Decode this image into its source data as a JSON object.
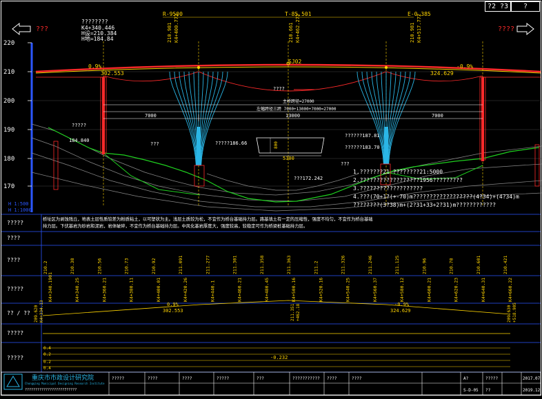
{
  "page": {
    "id": "?2 ?3",
    "sheet_no": "?"
  },
  "design_info": {
    "title_q": "????????",
    "station": "K4+340.446",
    "h_design": "H设=210.384",
    "h_ground": "H地=184.84"
  },
  "arrows": {
    "left_label": "???",
    "right_label": "????"
  },
  "elevation_axis": {
    "ticks": [
      "220",
      "210",
      "200",
      "190",
      "180",
      "170"
    ],
    "bottom_note_1": "H 1:500",
    "bottom_note_2": "H 1:1000"
  },
  "piers": {
    "p1": {
      "elev": "210.981",
      "station": "K4+400.772"
    },
    "p2": {
      "elev": "210.661",
      "station": "K4+462.272"
    },
    "p3": {
      "elev": "210.981",
      "station": "K4+517.772"
    }
  },
  "curve_top": {
    "left": "R-9500",
    "mid": "T-85.501",
    "right": "E-0.385"
  },
  "slope_labels": {
    "left_pct": "0.9%",
    "left_elev": "302.553",
    "mid": "SJ02",
    "right_pct": "-0.9%",
    "right_elev": "324.629"
  },
  "dims": {
    "d1": "主桥跨径=27000",
    "d2": "左幅跨径三跨 7000+13000+7000=27000",
    "seg_left": "7000",
    "seg_mid": "13000",
    "seg_right": "7000",
    "label_q": "????"
  },
  "annotations": {
    "left_ground_q": "?????",
    "left_ground_val": "184.840",
    "left_q2": "???",
    "mid_q": "?????186.66",
    "section_w": "5300",
    "section_h": "800",
    "r1": "??????187.81",
    "r2": "??????183.70",
    "r3": "???",
    "lowpt": "???172.242"
  },
  "notes": [
    "1.???????21  ????????21:5000",
    "2.??????????????????1956?????????",
    "3.???????????????????",
    "4.???(70+1?(+-70)m??????????????????(4?34)+(4?34)m",
    "????????(3?38)m+(2?31+33+2?31)m????????????"
  ],
  "long_note": "桥址区为剥蚀残丘，地表土层性质较差为粉质粘土，以可塑状为主。浅层土质较为松，不宜作为桥台基础持力层。路基填土有一定的压缩性，强度不均匀，不宜作为桥台基础持力层。下伏基岩为砂岩和泥岩，岩体破碎，不宜作为桥台基础持力层。中风化基岩厚度大，强度较高，较稳定可作为桥梁桩基础持力层。",
  "table": {
    "rows": [
      {
        "label": "?????"
      },
      {
        "label": "????"
      },
      {
        "label": "????"
      },
      {
        "label": "?????"
      },
      {
        "label": "?? / ??"
      },
      {
        "label": "?????"
      },
      {
        "label": "?????"
      }
    ],
    "design_elev": [
      "210.2",
      "210.38",
      "210.56",
      "210.73",
      "210.92",
      "211.091",
      "211.277",
      "211.301",
      "211.358",
      "211.363",
      "211.2",
      "211.326",
      "211.246",
      "211.125",
      "210.96",
      "210.78",
      "210.601",
      "210.421"
    ],
    "stations": [
      "K4+340.1901",
      "K4+340.25",
      "K4+360.21",
      "K4+380.11",
      "K4+400.01",
      "K4+420.26",
      "K4+440.1",
      "K4+460.21",
      "K4+480.45",
      "K4+500.16",
      "K4+520.16",
      "K4+540.25",
      "K4+560.37",
      "K4+580.12",
      "K4+600.21",
      "K4+620.23",
      "K4+640.31",
      "K4+660.22"
    ],
    "vc_left_pct": "0.9%",
    "vc_left_val": "302.553",
    "vc_right_pct": "-0.9%",
    "vc_right_val": "324.629",
    "vc_mid_1": "211.351",
    "vc_mid_2": "+462.18",
    "vc_left_end_1": "209.620",
    "vc_left_end_2": "K4+334.13",
    "vc_right_end_1": "209.630",
    "vc_right_end_2": "+518.905",
    "tick_04": "0.4",
    "tick_02a": "0.2",
    "tick_02b": "0.2",
    "tick_04b": "0.4",
    "superelev": "-0.232"
  },
  "titleblock": {
    "org": "重庆市市政设计研究院",
    "org_en": "Chongqing Municipal Designing Research Institute",
    "addr": "???????????????????7?????",
    "c1": "?????",
    "c2": "????",
    "c3": "????",
    "c4": "?????",
    "c5": "???",
    "c6": "???????????",
    "c7": "????",
    "c8": "????",
    "scale_lbl": "A?",
    "scale_val": "?????",
    "year": "2017.07",
    "date": "2019.12",
    "drawing_no": "S-D-05",
    "rev": "??"
  },
  "colors": {
    "deck": "#ff2a2a",
    "profile": "#ffd400",
    "ground": "#1fd01f",
    "pier": "#2ab6e6",
    "axis": "#2b57ff"
  }
}
